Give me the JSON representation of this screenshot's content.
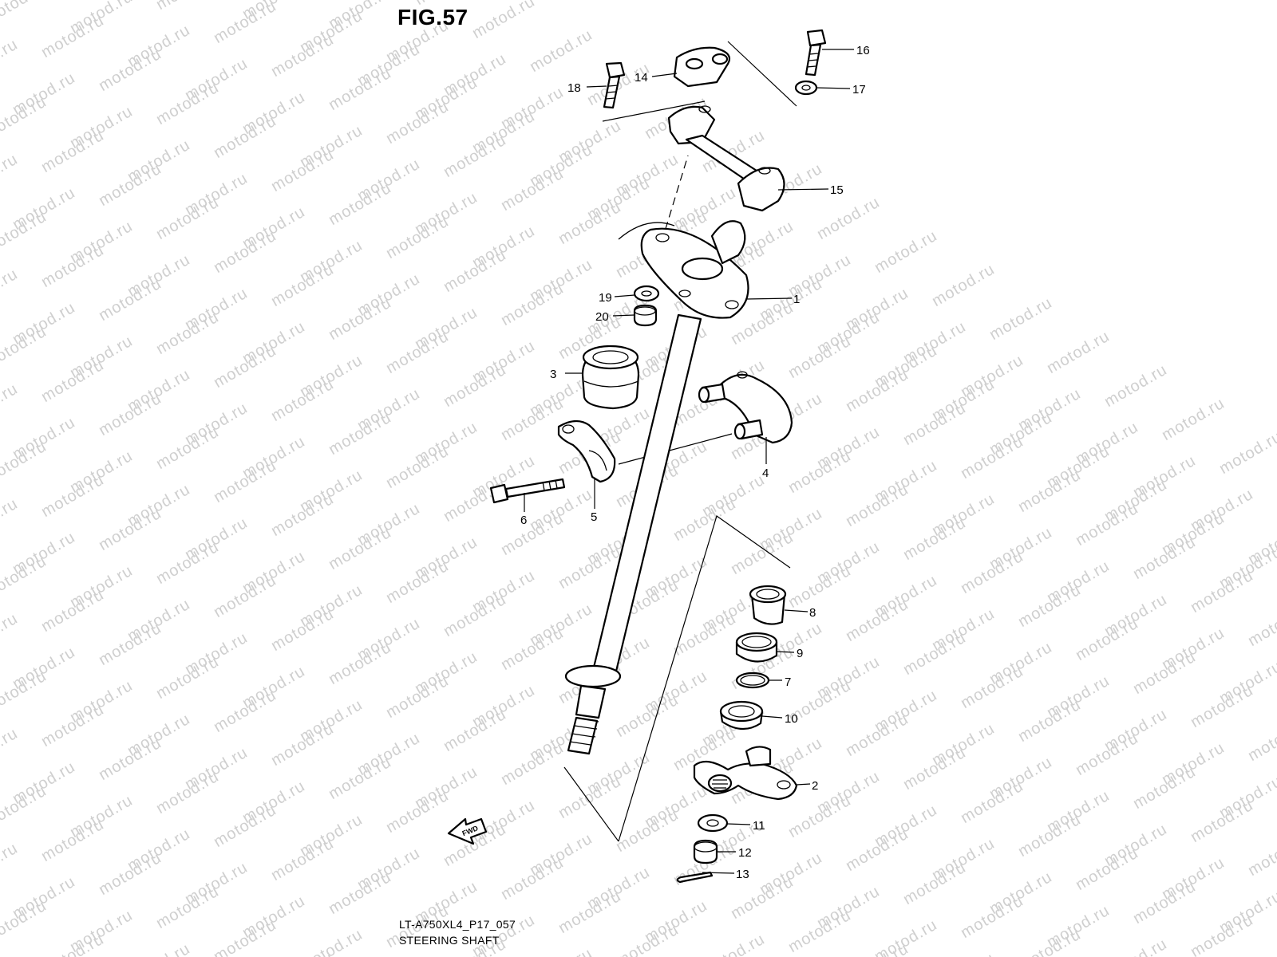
{
  "figure": {
    "title": "FIG.57",
    "model_code": "LT-A750XL4_P17_057",
    "section": "STEERING SHAFT",
    "watermark": "motod.ru",
    "fwd_label": "FWD"
  },
  "callouts": [
    "1",
    "2",
    "3",
    "4",
    "5",
    "6",
    "7",
    "8",
    "9",
    "10",
    "11",
    "12",
    "13",
    "14",
    "15",
    "16",
    "17",
    "18",
    "19",
    "20"
  ]
}
